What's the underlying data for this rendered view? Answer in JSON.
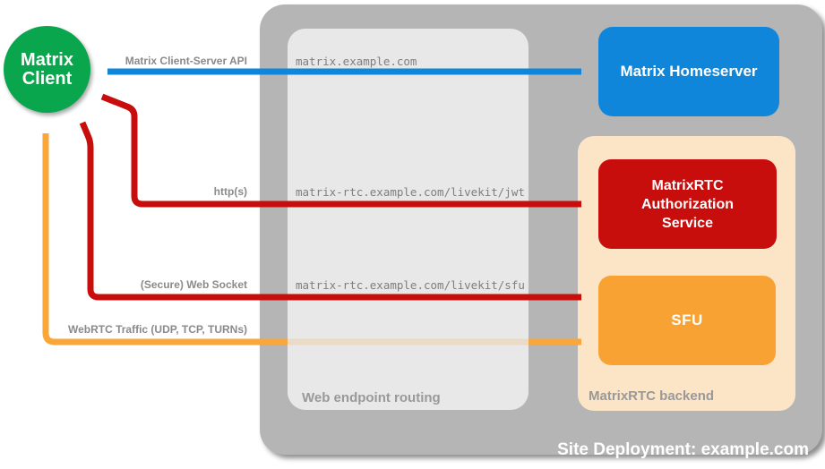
{
  "client": {
    "line1": "Matrix",
    "line2": "Client"
  },
  "homeserver": {
    "label": "Matrix Homeserver"
  },
  "auth_service": {
    "label": "MatrixRTC Authorization Service"
  },
  "sfu": {
    "label": "SFU"
  },
  "routing": {
    "label": "Web endpoint routing",
    "endpoints": [
      "matrix.example.com",
      "matrix-rtc.example.com/livekit/jwt",
      "matrix-rtc.example.com/livekit/sfu"
    ]
  },
  "backend": {
    "label": "MatrixRTC backend"
  },
  "site": {
    "label": "Site Deployment: example.com"
  },
  "arrows": {
    "client_server_api": {
      "label": "Matrix Client-Server API",
      "color": "#0f86d9"
    },
    "https": {
      "label": "http(s)",
      "color": "#c80d0d"
    },
    "websocket": {
      "label": "(Secure) Web Socket",
      "color": "#c80d0d"
    },
    "webrtc": {
      "label": "WebRTC Traffic (UDP, TCP, TURNs)",
      "color": "#f9a63a"
    }
  },
  "colors": {
    "client_green": "#0aa64d",
    "homeserver_blue": "#0f86d9",
    "auth_red": "#c80d0d",
    "sfu_orange": "#f8a233",
    "backend_peach": "#fce4c6",
    "site_gray": "#b5b5b5",
    "routing_gray": "#e8e8e8",
    "label_gray": "#8a8a8a"
  }
}
